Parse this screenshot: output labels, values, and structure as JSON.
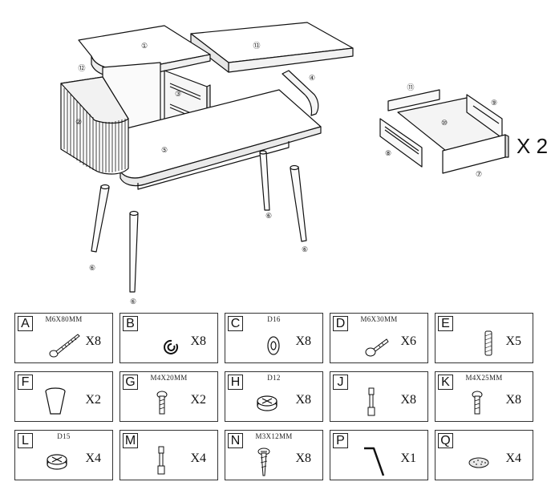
{
  "callouts": {
    "p1": "①",
    "p2": "②",
    "p3": "③",
    "p4": "④",
    "p5": "⑤",
    "p6a": "⑥",
    "p6b": "⑥",
    "p6c": "⑥",
    "p6d": "⑥",
    "p7": "⑦",
    "p8": "⑧",
    "p9": "⑨",
    "p10": "⑩",
    "p11": "⑪",
    "p12": "⑫",
    "p13": "⑬"
  },
  "drawer_multiplier": "X 2",
  "hardware": [
    {
      "letter": "A",
      "spec": "M6X80MM",
      "qty": "X8",
      "icon": "long-bolt-icon"
    },
    {
      "letter": "B",
      "spec": "",
      "qty": "X8",
      "icon": "spring-washer-icon"
    },
    {
      "letter": "C",
      "spec": "D16",
      "qty": "X8",
      "icon": "flat-washer-icon"
    },
    {
      "letter": "D",
      "spec": "M6X30MM",
      "qty": "X6",
      "icon": "short-bolt-icon"
    },
    {
      "letter": "E",
      "spec": "",
      "qty": "X5",
      "icon": "wooden-dowel-icon"
    },
    {
      "letter": "F",
      "spec": "",
      "qty": "X2",
      "icon": "knob-icon"
    },
    {
      "letter": "G",
      "spec": "M4X20MM",
      "qty": "X2",
      "icon": "machine-screw-icon"
    },
    {
      "letter": "H",
      "spec": "D12",
      "qty": "X8",
      "icon": "cam-lock-icon"
    },
    {
      "letter": "J",
      "spec": "",
      "qty": "X8",
      "icon": "cam-bolt-icon"
    },
    {
      "letter": "K",
      "spec": "M4X25MM",
      "qty": "X8",
      "icon": "machine-screw-icon"
    },
    {
      "letter": "L",
      "spec": "D15",
      "qty": "X4",
      "icon": "cam-lock-icon"
    },
    {
      "letter": "M",
      "spec": "",
      "qty": "X4",
      "icon": "cam-bolt-icon"
    },
    {
      "letter": "N",
      "spec": "M3X12MM",
      "qty": "X8",
      "icon": "wood-screw-icon"
    },
    {
      "letter": "P",
      "spec": "",
      "qty": "X1",
      "icon": "allen-key-icon"
    },
    {
      "letter": "Q",
      "spec": "",
      "qty": "X4",
      "icon": "felt-pad-icon"
    }
  ]
}
